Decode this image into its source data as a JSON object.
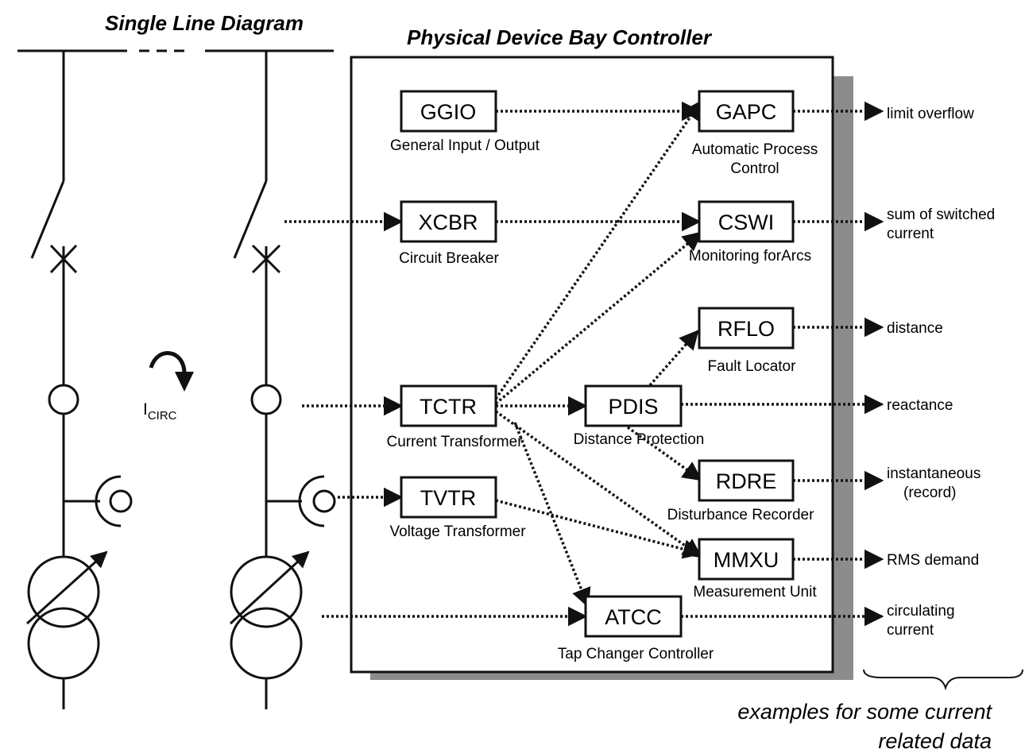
{
  "titles": {
    "single_line": "Single Line Diagram",
    "bay_controller": "Physical Device Bay Controller"
  },
  "current_label": {
    "main": "I",
    "sub": "CIRC"
  },
  "nodes": {
    "ggio": {
      "label": "GGIO",
      "caption": "General Input / Output"
    },
    "xcbr": {
      "label": "XCBR",
      "caption": "Circuit Breaker"
    },
    "tctr": {
      "label": "TCTR",
      "caption": "Current Transformer"
    },
    "tvtr": {
      "label": "TVTR",
      "caption": "Voltage Transformer"
    },
    "pdis": {
      "label": "PDIS",
      "caption": "Distance Protection"
    },
    "atcc": {
      "label": "ATCC",
      "caption": "Tap Changer Controller"
    },
    "gapc": {
      "label": "GAPC",
      "caption_1": "Automatic Process",
      "caption_2": "Control"
    },
    "cswi": {
      "label": "CSWI",
      "caption": "Monitoring forArcs"
    },
    "rflo": {
      "label": "RFLO",
      "caption": "Fault Locator"
    },
    "rdre": {
      "label": "RDRE",
      "caption": "Disturbance Recorder"
    },
    "mmxu": {
      "label": "MMXU",
      "caption": "Measurement Unit"
    }
  },
  "outputs": {
    "gapc": [
      "limit overflow"
    ],
    "cswi": [
      "sum of switched",
      "current"
    ],
    "rflo": [
      "distance"
    ],
    "pdis": [
      "reactance"
    ],
    "rdre": [
      "instantaneous",
      "(record)"
    ],
    "mmxu": [
      "RMS demand"
    ],
    "atcc": [
      "circulating",
      "current"
    ]
  },
  "note": [
    "examples for some current",
    "related data"
  ]
}
